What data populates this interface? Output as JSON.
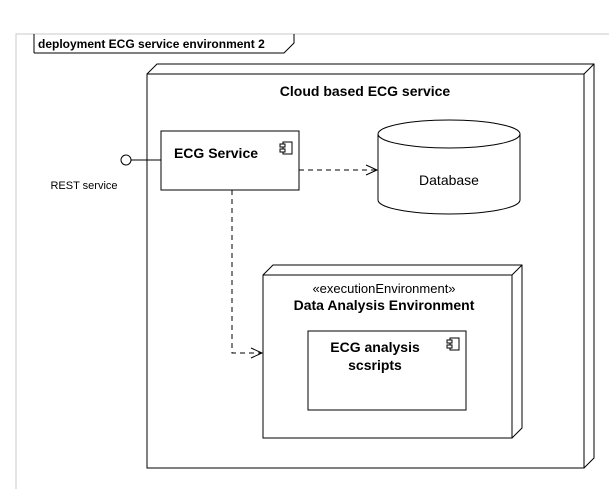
{
  "frame": {
    "title": "deployment ECG service environment 2"
  },
  "cloud_node": {
    "title": "Cloud based ECG service"
  },
  "ecg_service": {
    "label": "ECG Service"
  },
  "rest_interface": {
    "label": "REST service"
  },
  "database": {
    "label": "Database"
  },
  "analysis_env": {
    "stereotype": "«executionEnvironment»",
    "title": "Data Analysis Environment"
  },
  "analysis_component": {
    "line1": "ECG analysis",
    "line2": "scsripts"
  },
  "icons": {
    "component": "component-icon"
  }
}
